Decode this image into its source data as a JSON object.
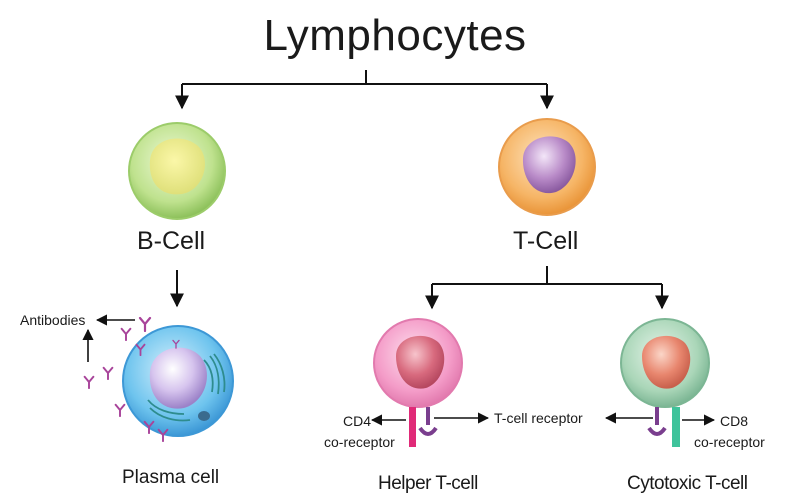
{
  "title": "Lymphocytes",
  "b_cell": {
    "label": "B-Cell"
  },
  "t_cell": {
    "label": "T-Cell"
  },
  "plasma_cell": {
    "label": "Plasma cell",
    "antibodies_label": "Antibodies"
  },
  "helper_t_cell": {
    "label": "Helper T-cell",
    "co_receptor_code": "CD4",
    "co_receptor_label": "co-receptor"
  },
  "cytotoxic_t_cell": {
    "label": "Cytotoxic T-cell",
    "co_receptor_code": "CD8",
    "co_receptor_label": "co-receptor"
  },
  "t_cell_receptor_label": "T-cell receptor",
  "colors": {
    "b_cell": "#b6dd84",
    "t_cell": "#f4b062",
    "plasma_cell": "#6cc4ee",
    "helper_t_cell": "#f29bc8",
    "cytotoxic_t_cell": "#a8d4b4",
    "antibody": "#a8449a",
    "cd4": "#e02a78",
    "cd8": "#3fc39b",
    "receptor": "#7a3e8e"
  }
}
